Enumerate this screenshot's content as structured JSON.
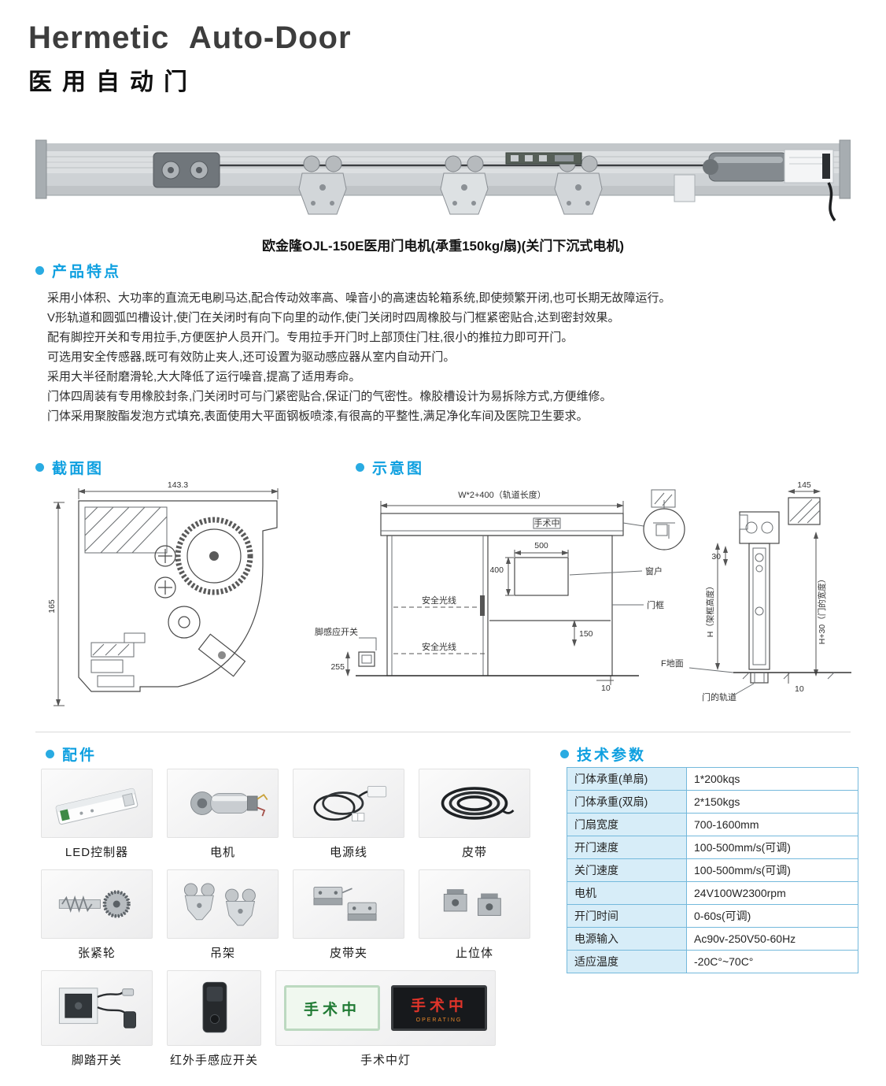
{
  "header": {
    "title_en": "Hermetic Auto-Door",
    "title_cn": "医用自动门"
  },
  "product": {
    "caption": "欧金隆OJL-150E医用门电机(承重150kg/扇)(关门下沉式电机)"
  },
  "sections": {
    "features": "产品特点",
    "cross_section": "截面图",
    "schematic": "示意图",
    "accessories": "配件",
    "specs": "技术参数"
  },
  "features": {
    "lines": [
      "采用小体积、大功率的直流无电刷马达,配合传动效率高、噪音小的高速齿轮箱系统,即使频繁开闭,也可长期无故障运行。",
      "V形轨道和圆弧凹槽设计,使门在关闭时有向下向里的动作,使门关闭时四周橡胶与门框紧密贴合,达到密封效果。",
      "配有脚控开关和专用拉手,方便医护人员开门。专用拉手开门时上部顶住门柱,很小的推拉力即可开门。",
      "可选用安全传感器,既可有效防止夹人,还可设置为驱动感应器从室内自动开门。",
      "采用大半径耐磨滑轮,大大降低了运行噪音,提高了适用寿命。",
      "门体四周装有专用橡胶封条,门关闭时可与门紧密贴合,保证门的气密性。橡胶槽设计为易拆除方式,方便维修。",
      "门体采用聚胺酯发泡方式填充,表面使用大平面钢板喷漆,有很高的平整性,满足净化车间及医院卫生要求。"
    ]
  },
  "cross_section": {
    "dim_width": "143.3",
    "dim_height": "165"
  },
  "schematic": {
    "labels": {
      "track_length": "W*2+400（轨道长度）",
      "sign": "手术中",
      "win_w": "500",
      "win_h": "400",
      "window": "窗户",
      "frame": "门框",
      "beam1": "安全光线",
      "beam2": "安全光线",
      "foot_switch": "脚感应开关",
      "d255": "255",
      "d150": "150",
      "d10_bottom": "10",
      "d145": "145",
      "d30": "30",
      "frame_h": "H（架框高度）",
      "door_h": "H+30（门的宽度）",
      "floor": "F地面",
      "door_track": "门的轨道",
      "d10_right": "10"
    }
  },
  "accessories": {
    "items": [
      {
        "label": "LED控制器"
      },
      {
        "label": "电机"
      },
      {
        "label": "电源线"
      },
      {
        "label": "皮带"
      },
      {
        "label": "张紧轮"
      },
      {
        "label": "吊架"
      },
      {
        "label": "皮带夹"
      },
      {
        "label": "止位体"
      },
      {
        "label": "脚踏开关"
      },
      {
        "label": "红外手感应开关"
      },
      {
        "label": "手术中灯"
      }
    ]
  },
  "signs": {
    "green_text": "手术中",
    "dark_text": "手术中",
    "dark_sub": "OPERATING"
  },
  "specs": {
    "rows": [
      {
        "label": "门体承重(单扇)",
        "value": "1*200kqs"
      },
      {
        "label": "门体承重(双扇)",
        "value": "2*150kgs"
      },
      {
        "label": "门扇宽度",
        "value": "700-1600mm"
      },
      {
        "label": "开门速度",
        "value": "100-500mm/s(可调)"
      },
      {
        "label": "关门速度",
        "value": "100-500mm/s(可调)"
      },
      {
        "label": "电机",
        "value": "24V100W2300rpm"
      },
      {
        "label": "开门时间",
        "value": "0-60s(可调)"
      },
      {
        "label": "电源输入",
        "value": "Ac90v-250V50-60Hz"
      },
      {
        "label": "适应温度",
        "value": "-20C°~70C°"
      }
    ]
  },
  "colors": {
    "accent": "#29abe2",
    "table_border": "#74b9dc",
    "table_label_bg": "#d7edf8"
  }
}
